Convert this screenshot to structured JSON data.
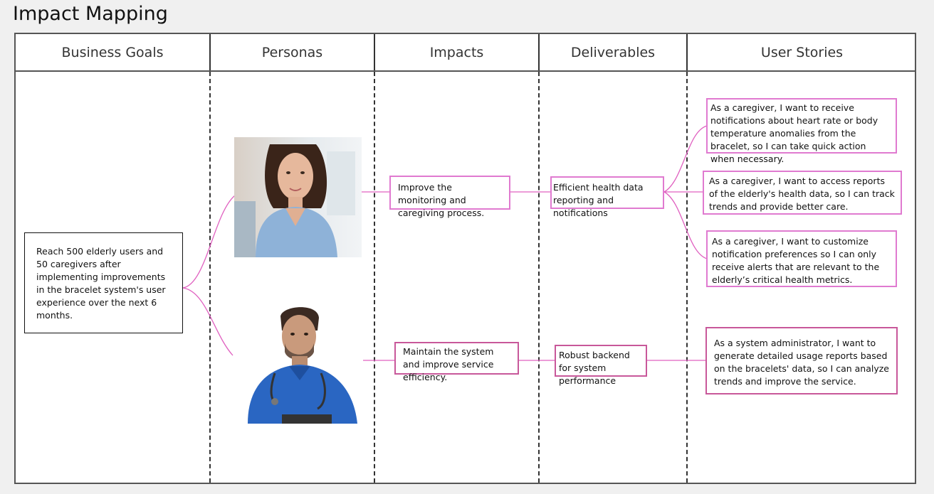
{
  "title": "Impact Mapping",
  "columns": [
    "Business Goals",
    "Personas",
    "Impacts",
    "Deliverables",
    "User Stories"
  ],
  "business_goal": "Reach 500 elderly users and 50 caregivers after implementing improvements in the bracelet system's user experience over the next 6 months.",
  "personas": [
    "caregiver-nurse-photo",
    "administrator-doctor-photo"
  ],
  "impacts": [
    "Improve the monitoring and caregiving process.",
    "Maintain the system and improve service efficiency."
  ],
  "deliverables": [
    "Efficient health data reporting and notifications",
    "Robust backend for system performance"
  ],
  "user_stories": [
    "As a caregiver, I want to receive notifications about heart rate or body temperature anomalies from the bracelet, so I can take quick action when necessary.",
    "As a caregiver, I want to access reports of the elderly's health data, so I can track trends and provide better care.",
    "As a caregiver, I want to customize notification preferences so I can only receive alerts that are relevant to the elderly’s critical health metrics.",
    "As a system administrator, I want to generate detailed usage reports based on the bracelets' data, so I can analyze trends and improve the service."
  ],
  "colors": {
    "connector": "#e060c0",
    "box_border": "#e07ad0",
    "frame": "#555555"
  }
}
